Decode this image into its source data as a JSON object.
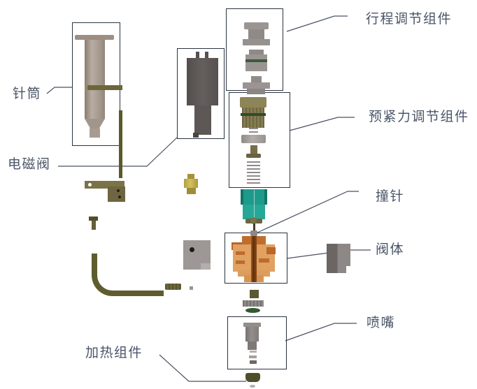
{
  "labels": {
    "stroke_adjust": "行程调节组件",
    "preload_adjust": "预紧力调节组件",
    "striker_pin": "撞针",
    "valve_body": "阀体",
    "nozzle": "喷嘴",
    "syringe": "针筒",
    "solenoid": "电磁阀",
    "heating": "加热组件"
  },
  "colors": {
    "label_text": "#4a5568",
    "leader_line": "#4a5262",
    "box_border": "#2b3340",
    "syringe_tan": "#a89b8f",
    "olive": "#6b6738",
    "dark_olive": "#514e2c",
    "solenoid_gray": "#5d5755",
    "metal_gray": "#9a9593",
    "brass": "#c7b64d",
    "teal": "#1e9a8b",
    "copper_light": "#e0a161",
    "copper_dark": "#b8662b",
    "oring_green": "#2d4d2d"
  }
}
